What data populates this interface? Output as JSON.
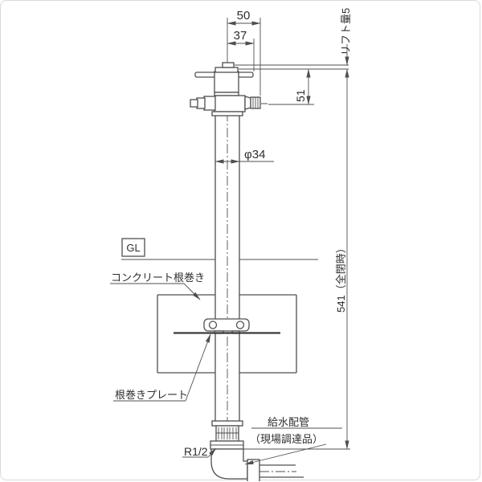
{
  "drawing": {
    "dimensions": {
      "top_width_50": "50",
      "top_width_37": "37",
      "lift_amount": "リフト量5",
      "handle_to_spout_51": "51",
      "total_height_closed": "541（全閉時）",
      "pipe_diameter": "φ34",
      "thread_size": "R1/2"
    },
    "labels": {
      "ground_level": "GL",
      "concrete_base": "コンクリート根巻き",
      "base_plate": "根巻きプレート",
      "supply_pipe_line1": "給水配管",
      "supply_pipe_line2": "（現場調達品）"
    },
    "colors": {
      "line": "#4f4f4f",
      "text": "#2e2e2e",
      "background": "#ffffff"
    }
  }
}
